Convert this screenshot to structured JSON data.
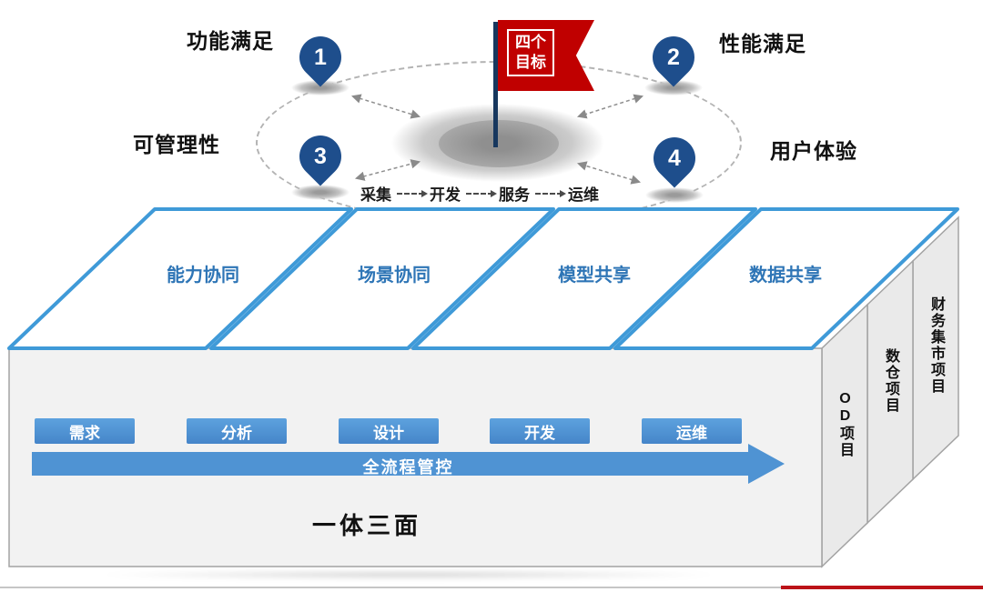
{
  "orbit": {
    "flag": {
      "line1": "四个",
      "line2": "目标"
    },
    "pins": [
      {
        "number": "1",
        "label": "功能满足"
      },
      {
        "number": "2",
        "label": "性能满足"
      },
      {
        "number": "3",
        "label": "可管理性"
      },
      {
        "number": "4",
        "label": "用户体验"
      }
    ],
    "process_flow": [
      "采集",
      "开发",
      "服务",
      "运维"
    ]
  },
  "top_face": {
    "panels": [
      "能力协同",
      "场景协同",
      "模型共享",
      "数据共享"
    ]
  },
  "front_face": {
    "stages": [
      "需求",
      "分析",
      "设计",
      "开发",
      "运维"
    ],
    "arrow_label": "全流程管控",
    "caption": "一体三面"
  },
  "side_projects": [
    "OD项目",
    "数仓项目",
    "财务集市项目"
  ],
  "colors": {
    "pin_blue": "#1e4e8c",
    "panel_border_blue": "#3f9ad8",
    "panel_label_blue": "#2e75b6",
    "stage_blue": "#4f93d3",
    "flag_red": "#c00000",
    "flag_pole_navy": "#17375e"
  }
}
